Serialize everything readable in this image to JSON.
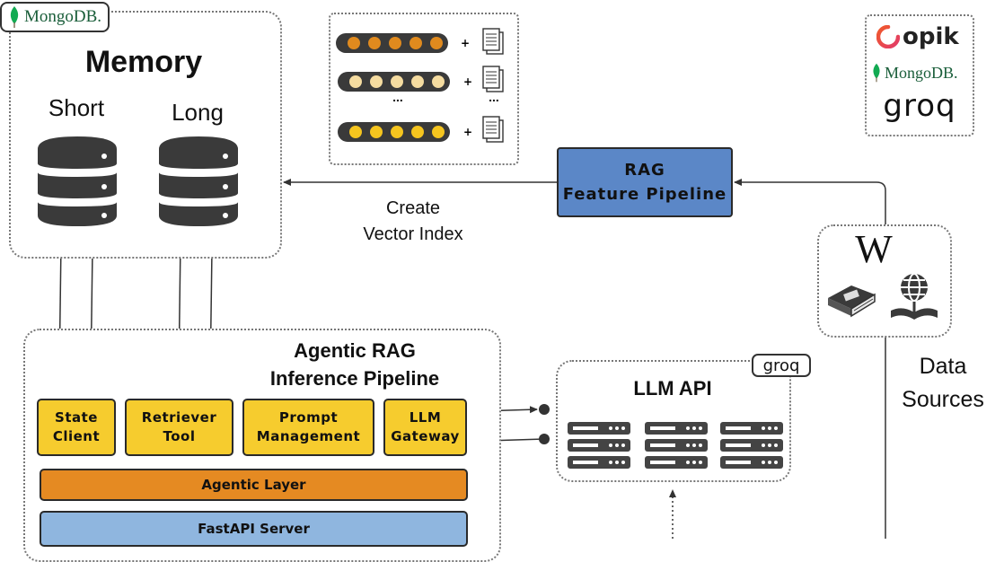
{
  "memory": {
    "title": "Memory",
    "short_label": "Short",
    "long_label": "Long",
    "badge": "MongoDB."
  },
  "vector_index": {
    "ellipsis": "..."
  },
  "tools": {
    "opik": "opik",
    "mongodb": "MongoDB.",
    "groq": "groq"
  },
  "rag_pipeline": {
    "label": "RAG\nFeature Pipeline"
  },
  "create_index": {
    "label": "Create\nVector Index"
  },
  "data_sources": {
    "label": "Data\nSources",
    "wiki_glyph": "W"
  },
  "inference": {
    "title": "Agentic RAG\nInference Pipeline",
    "components": [
      "State\nClient",
      "Retriever\nTool",
      "Prompt\nManagement",
      "LLM\nGateway"
    ],
    "agentic_layer": "Agentic Layer",
    "fastapi": "FastAPI Server"
  },
  "llm_api": {
    "title": "LLM API",
    "badge": "groq"
  },
  "colors": {
    "yellow": "#f6cc2e",
    "orange": "#e58a22",
    "blue_box": "#5b87c7",
    "light_blue": "#8fb6df",
    "mongo_green": "#13aa52"
  }
}
